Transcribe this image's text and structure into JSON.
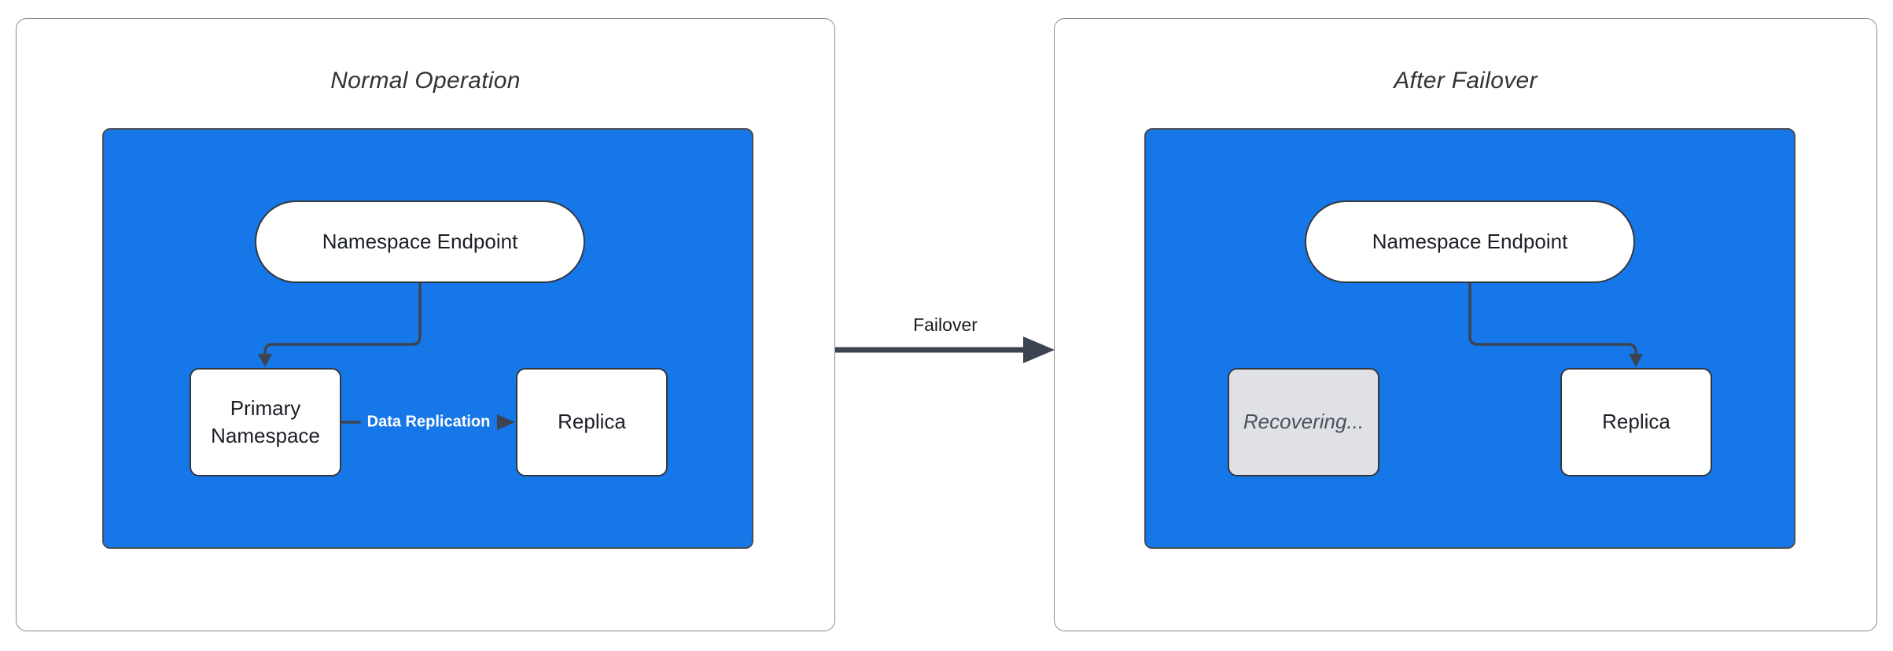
{
  "diagram": {
    "type": "flowchart-comparison",
    "panels": [
      {
        "title": "Normal Operation",
        "endpoint_label": "Namespace Endpoint",
        "primary_label": "Primary Namespace",
        "replica_label": "Replica",
        "replication_edge_label": "Data Replication"
      },
      {
        "title": "After Failover",
        "endpoint_label": "Namespace Endpoint",
        "recovering_label": "Recovering...",
        "replica_label": "Replica"
      }
    ],
    "transition": {
      "label": "Failover"
    },
    "colors": {
      "cluster_fill": "#1677E8",
      "cluster_border": "#4a4e55",
      "node_fill": "#ffffff",
      "node_border": "#33383f",
      "node_text": "#1b1f26",
      "disabled_node_fill": "#e0e1e4",
      "disabled_node_text": "#4a5160",
      "edge_stroke": "#3d4451",
      "edge_label_text": "#ffffff",
      "panel_border": "#8a8a8a",
      "title_text": "#333333",
      "background": "#ffffff"
    }
  }
}
